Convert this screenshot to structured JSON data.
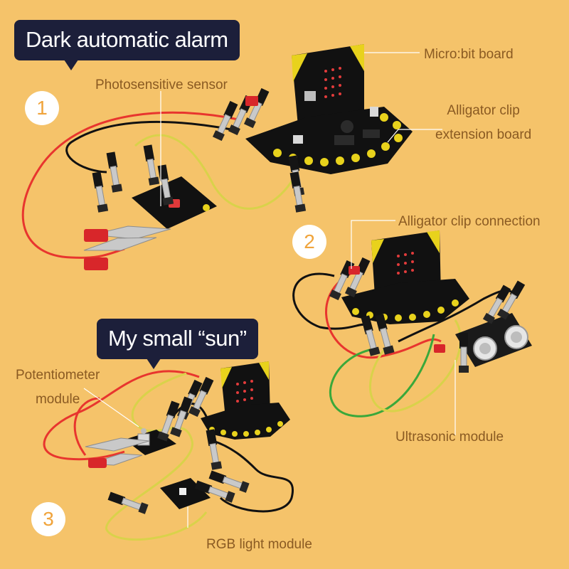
{
  "scenes": [
    {
      "step": "1",
      "title": "Dark automatic alarm",
      "labels": {
        "microbit": "Micro:bit board",
        "extension_line1": "Alligator clip",
        "extension_line2": "extension board",
        "sensor": "Photosensitive sensor"
      }
    },
    {
      "step": "2",
      "labels": {
        "connection": "Alligator clip connection",
        "ultrasonic": "Ultrasonic module"
      }
    },
    {
      "step": "3",
      "title": "My small “sun”",
      "labels": {
        "potentiometer_line1": "Potentiometer",
        "potentiometer_line2": "module",
        "rgb": "RGB light module"
      }
    }
  ],
  "colors": {
    "background": "#f5c36a",
    "title_bg": "#1c1f3a",
    "label_text": "#8a5a22",
    "badge_text": "#f0a43c",
    "wire_red": "#e8352e",
    "wire_yellow": "#d9d24a",
    "wire_black": "#111111",
    "wire_green": "#3aa83a",
    "board_accent": "#e8d21c"
  }
}
